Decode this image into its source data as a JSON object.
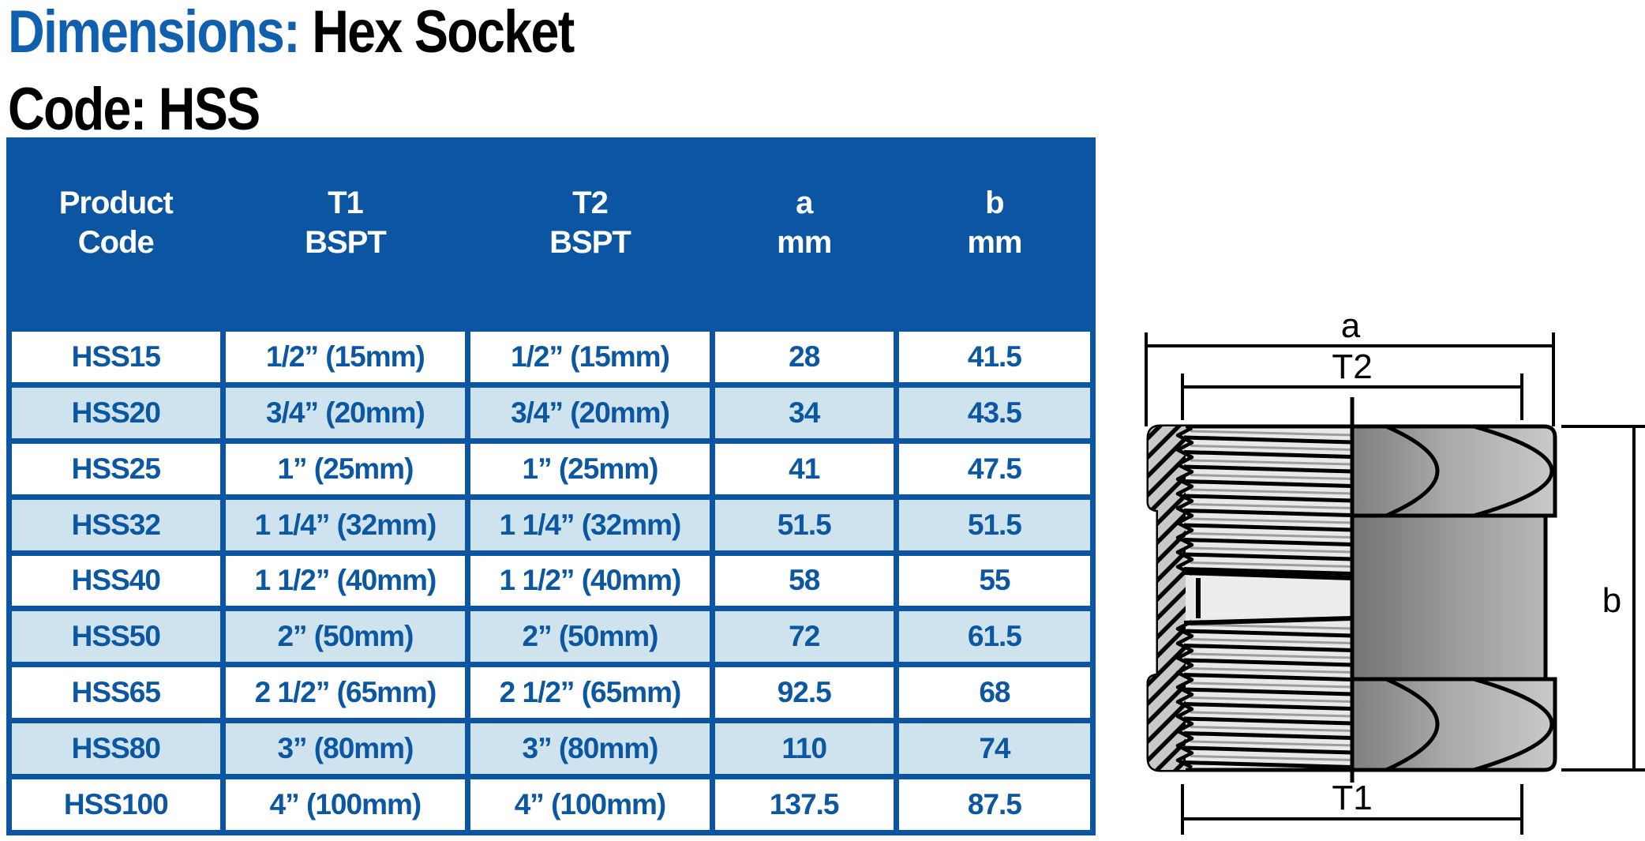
{
  "page": {
    "title_prefix": "Dimensions:",
    "title_product": " Hex Socket",
    "title_code": "Code: HSS"
  },
  "colors": {
    "header_blue": "#0c55a2",
    "row_alt_blue": "#cfe3ee",
    "cell_text_blue": "#0b57a2",
    "title_blue": "#1160b0",
    "diagram_outline": "#000000"
  },
  "table": {
    "columns": [
      {
        "line1": "Product",
        "line2": "Code"
      },
      {
        "line1": "T1",
        "line2": "BSPT"
      },
      {
        "line1": "T2",
        "line2": "BSPT"
      },
      {
        "line1": "a",
        "line2": "mm"
      },
      {
        "line1": "b",
        "line2": "mm"
      }
    ],
    "rows": [
      [
        "HSS15",
        "1/2” (15mm)",
        "1/2” (15mm)",
        "28",
        "41.5"
      ],
      [
        "HSS20",
        "3/4” (20mm)",
        "3/4” (20mm)",
        "34",
        "43.5"
      ],
      [
        "HSS25",
        "1” (25mm)",
        "1” (25mm)",
        "41",
        "47.5"
      ],
      [
        "HSS32",
        "1 1/4” (32mm)",
        "1 1/4” (32mm)",
        "51.5",
        "51.5"
      ],
      [
        "HSS40",
        "1 1/2” (40mm)",
        "1 1/2” (40mm)",
        "58",
        "55"
      ],
      [
        "HSS50",
        "2” (50mm)",
        "2” (50mm)",
        "72",
        "61.5"
      ],
      [
        "HSS65",
        "2 1/2” (65mm)",
        "2 1/2” (65mm)",
        "92.5",
        "68"
      ],
      [
        "HSS80",
        "3” (80mm)",
        "3” (80mm)",
        "110",
        "74"
      ],
      [
        "HSS100",
        "4” (100mm)",
        "4” (100mm)",
        "137.5",
        "87.5"
      ]
    ]
  },
  "diagram": {
    "labels": {
      "a": "a",
      "t2": "T2",
      "b": "b",
      "t1": "T1"
    }
  }
}
